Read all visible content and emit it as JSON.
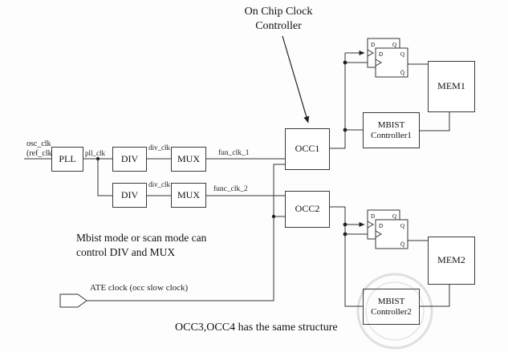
{
  "diagram": {
    "title_line1": "On Chip Clock",
    "title_line2": "Controller",
    "input_label_line1": "osc_clk",
    "input_label_line2": "(ref_clk)",
    "boxes": {
      "pll": "PLL",
      "div1": "DIV",
      "mux1": "MUX",
      "div2": "DIV",
      "mux2": "MUX",
      "occ1": "OCC1",
      "occ2": "OCC2",
      "mem1": "MEM1",
      "mem2": "MEM2",
      "mbist1_line1": "MBIST",
      "mbist1_line2": "Controller1",
      "mbist2_line1": "MBIST",
      "mbist2_line2": "Controller2"
    },
    "signals": {
      "pll_clk": "pll_clk",
      "div_clk1": "div_clk",
      "div_clk2": "div_clk",
      "fun_clk_1": "fun_clk_1",
      "func_clk_2": "func_clk_2"
    },
    "flipflop": {
      "d": "D",
      "q": "Q",
      "qn": "Q̄"
    },
    "notes": {
      "mbist_note_line1": "Mbist mode or scan mode can",
      "mbist_note_line2": "control DIV and MUX",
      "ate_label": "ATE clock (occ slow clock)",
      "bottom_note": "OCC3,OCC4 has the same structure"
    },
    "colors": {
      "line": "#333333",
      "watermark": "#aaaaaa"
    }
  }
}
